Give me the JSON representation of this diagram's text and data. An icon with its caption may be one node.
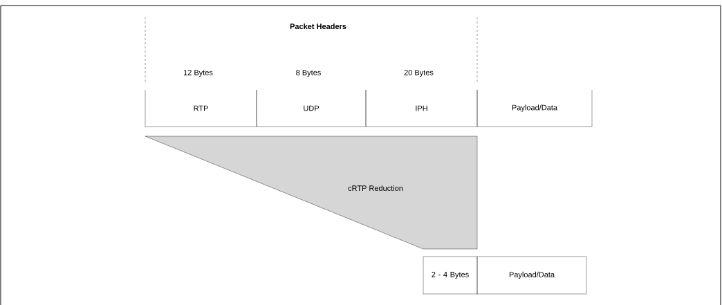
{
  "diagram": {
    "nodes": [
      {
        "text": [
          "RTP"
        ],
        "beside": [
          "12 Bytes"
        ]
      },
      {
        "text": [
          "UDP"
        ],
        "beside": [
          "8 Bytes"
        ]
      },
      {
        "text": [
          "IPH"
        ],
        "beside": [
          "20 Bytes"
        ]
      },
      {
        "text": [
          "Payload/Data"
        ]
      },
      {
        "text": [
          "cRTP Reduction"
        ]
      },
      {
        "text": [
          "2 - 4 Bytes"
        ]
      },
      {
        "text": [
          "Payload/Data"
        ]
      }
    ],
    "edges": [],
    "labels": [
      "Packet Headers"
    ]
  }
}
